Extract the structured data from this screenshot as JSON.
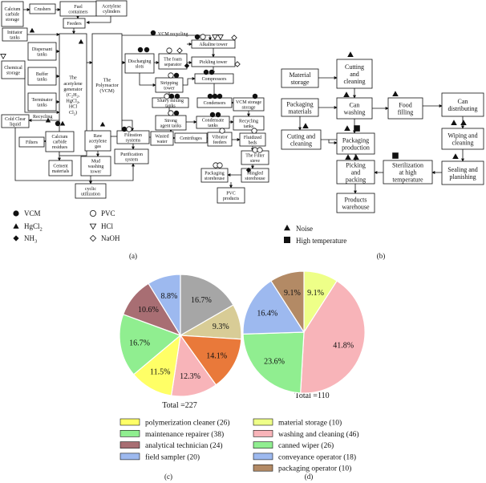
{
  "panel_a": {
    "boxes": [
      {
        "id": "calcium-carbide-storage",
        "text": "Calcium|carbide|storage"
      },
      {
        "id": "crushers",
        "text": "Crushers"
      },
      {
        "id": "fuel-containers",
        "text": "Fuel|containers"
      },
      {
        "id": "acetylene-cylinders",
        "text": "Acetylene|cylinders"
      },
      {
        "id": "feeders",
        "text": "Feeders"
      },
      {
        "id": "initiator-tanks",
        "text": "Initiator|tanks"
      },
      {
        "id": "dispersant-tanks",
        "text": "Dispersant|tanks"
      },
      {
        "id": "buffer-tanks",
        "text": "Buffer|tanks"
      },
      {
        "id": "terminator-tanks",
        "text": "Terminator|tanks"
      },
      {
        "id": "chemical-storage",
        "text": "Chemical|storage"
      },
      {
        "id": "acetylene-generator",
        "text": "The|acetylene|generator|(C2H2,|HgCl2|HCl|Cl2)"
      },
      {
        "id": "polyreactor",
        "text": "The|Polyreactor|(VCM)"
      },
      {
        "id": "discharging-slots",
        "text": "Discharging|slots"
      },
      {
        "id": "foam-separator",
        "text": "The foam|separator"
      },
      {
        "id": "alkaline-tower",
        "text": "Alkaline tower"
      },
      {
        "id": "pickling-tower",
        "text": "Pickling tower"
      },
      {
        "id": "stripping-tower",
        "text": "Stripping|tower"
      },
      {
        "id": "compressors",
        "text": "Compressors"
      },
      {
        "id": "slurry-mixing-tanks",
        "text": "Slurry mixing|tanks"
      },
      {
        "id": "condensers",
        "text": "Condensors"
      },
      {
        "id": "vcm-storage-storage",
        "text": "VCM storage|storage"
      },
      {
        "id": "strong-agent-tanks",
        "text": "Strong|agent tanks"
      },
      {
        "id": "condensate-tanks",
        "text": "Condensate|tanks"
      },
      {
        "id": "recycling-tanks",
        "text": "Recycling|tanks"
      },
      {
        "id": "cold-clear-liquid",
        "text": "Cold Clear|liquid"
      },
      {
        "id": "calcium-carbide-residues",
        "text": "Calcium|carbide|residues"
      },
      {
        "id": "raw-acetylene-gas",
        "text": "Raw|acetylene|gas"
      },
      {
        "id": "filtration-systems",
        "text": "Filtration|systems"
      },
      {
        "id": "wasted-water",
        "text": "Wasted|water"
      },
      {
        "id": "centrifuges",
        "text": "Centrifuges"
      },
      {
        "id": "vibrator-feeders",
        "text": "Vibrator|feeders"
      },
      {
        "id": "fluidized-beds",
        "text": "Fluidized|beds"
      },
      {
        "id": "filters",
        "text": "Filters"
      },
      {
        "id": "cement-materials",
        "text": "Cement|materials"
      },
      {
        "id": "mud-washing-tower",
        "text": "Mud|washing|tower"
      },
      {
        "id": "purification-system",
        "text": "Purification|system"
      },
      {
        "id": "filter-sieve",
        "text": "The Filter|sieve"
      },
      {
        "id": "packaging-storehouse",
        "text": "Packaging|storehouse"
      },
      {
        "id": "mingled-storehouse",
        "text": "Mingled|storehouse"
      },
      {
        "id": "pvc-products",
        "text": "PVC|products"
      },
      {
        "id": "cyclic-utilization",
        "text": "cyclic|utilization"
      }
    ],
    "flow_labels": {
      "vcm_recycling": "VCM recycling",
      "recycling": "Recycling"
    },
    "legend": [
      {
        "symbol": "filled-circle",
        "label": "VCM"
      },
      {
        "symbol": "open-circle",
        "label": "PVC"
      },
      {
        "symbol": "filled-triangle",
        "label": "HgCl2"
      },
      {
        "symbol": "open-down-triangle",
        "label": "HCl"
      },
      {
        "symbol": "filled-diamond",
        "label": "NH3"
      },
      {
        "symbol": "open-diamond",
        "label": "NaOH"
      }
    ],
    "caption": "(a)"
  },
  "panel_b": {
    "boxes": [
      {
        "id": "material-storage",
        "text": "Material|storage"
      },
      {
        "id": "cutting-and-cleaning",
        "text": "Cutting|and|cleaning"
      },
      {
        "id": "packaging-materials",
        "text": "Packaging|materials"
      },
      {
        "id": "can-washing",
        "text": "Can|washing"
      },
      {
        "id": "food-filling",
        "text": "Food|filling"
      },
      {
        "id": "can-distributing",
        "text": "Can|distributing"
      },
      {
        "id": "cuting-and-cleaning",
        "text": "Cuting and|cleaning"
      },
      {
        "id": "packaging-production",
        "text": "Packaging|production"
      },
      {
        "id": "wiping-and-cleaning",
        "text": "Wiping and|cleaning"
      },
      {
        "id": "picking-and-packing",
        "text": "Picking|and|packing"
      },
      {
        "id": "sterilization",
        "text": "Sterilization|at high|temperature"
      },
      {
        "id": "sealing-and-planishing",
        "text": "Sealing and|planishing"
      },
      {
        "id": "products-warehouse",
        "text": "Products|warehouse"
      }
    ],
    "legend": [
      {
        "symbol": "filled-triangle",
        "label": "Noise"
      },
      {
        "symbol": "filled-square",
        "label": "High temperature"
      }
    ],
    "caption": "(b)"
  },
  "chart_data": [
    {
      "type": "pie",
      "total_label": "Total =227",
      "caption": "(c)",
      "slices": [
        {
          "label": "maintenance repairer (38)",
          "value": 16.7,
          "color": "#90ee90"
        },
        {
          "label": "analytical technician (24)",
          "value": 10.6,
          "color": "#a86e73"
        },
        {
          "label": "field sampler (20)",
          "value": 8.8,
          "color": "#9db9ef"
        },
        {
          "label": "",
          "value": 16.7,
          "color": "#a6a6a6"
        },
        {
          "label": "",
          "value": 9.3,
          "color": "#d8cc96"
        },
        {
          "label": "",
          "value": 14.1,
          "color": "#e9793a"
        },
        {
          "label": "",
          "value": 12.3,
          "color": "#f8b4b9"
        },
        {
          "label": "polymerization cleaner (26)",
          "value": 11.5,
          "color": "#ffff66"
        }
      ]
    },
    {
      "type": "pie",
      "total_label": "Total =110",
      "caption": "(d)",
      "slices": [
        {
          "label": "material storage (10)",
          "value": 9.1,
          "color": "#eeff88"
        },
        {
          "label": "washing and cleaning (46)",
          "value": 41.8,
          "color": "#f8b4b9"
        },
        {
          "label": "canned wiper (26)",
          "value": 23.6,
          "color": "#90ee90"
        },
        {
          "label": "conveyance operator (18)",
          "value": 16.4,
          "color": "#9db9ef"
        },
        {
          "label": "packaging operator (10)",
          "value": 9.1,
          "color": "#b38a65"
        }
      ]
    }
  ],
  "pie_legend": [
    {
      "label": "polymerization cleaner (26)",
      "color": "#ffff66"
    },
    {
      "label": "material storage (10)",
      "color": "#eeff88"
    },
    {
      "label": "maintenance repairer (38)",
      "color": "#90ee90"
    },
    {
      "label": "washing and cleaning (46)",
      "color": "#f8b4b9"
    },
    {
      "label": "analytical technician (24)",
      "color": "#a86e73"
    },
    {
      "label": "canned wiper (26)",
      "color": "#90ee90"
    },
    {
      "label": "field sampler (20)",
      "color": "#9db9ef"
    },
    {
      "label": "conveyance operator (18)",
      "color": "#9db9ef"
    },
    {
      "label": "",
      "color": ""
    },
    {
      "label": "packaging operator (10)",
      "color": "#b38a65"
    }
  ]
}
